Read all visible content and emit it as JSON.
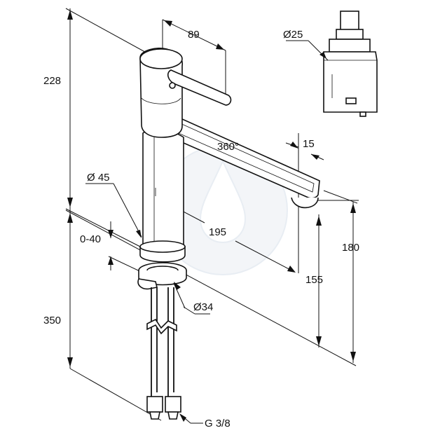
{
  "dimensions": {
    "width_89": "89",
    "height_228": "228",
    "cartridge_dia": "Ø25",
    "rotation": "360°",
    "spout_thickness": "15",
    "base_dia": "Ø 45",
    "deck_thickness": "0-40",
    "reach": "195",
    "total_180": "180",
    "spout_height": "155",
    "hole_dia": "Ø34",
    "hose_length": "350",
    "connection": "G 3/8"
  },
  "colors": {
    "line": "#111111",
    "watermark": "#eef2f6"
  }
}
